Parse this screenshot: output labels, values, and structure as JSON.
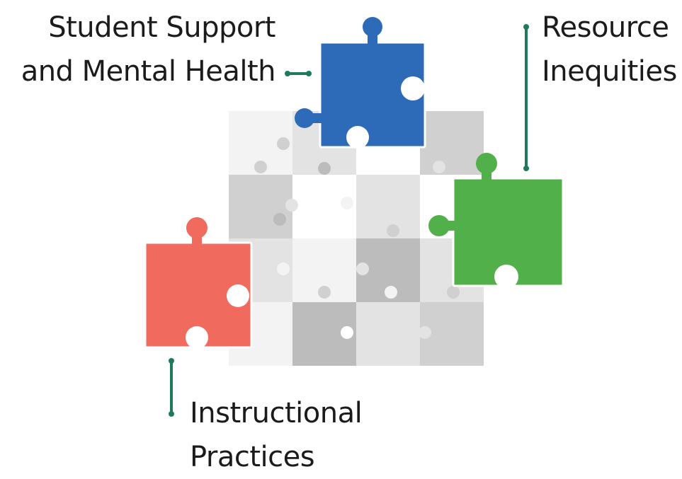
{
  "labels": {
    "student_support": {
      "line1": "Student Support",
      "line2": "and Mental Health"
    },
    "resource_inequities": {
      "line1": "Resource",
      "line2": "Inequities"
    },
    "instructional_practices": {
      "line1": "Instructional",
      "line2": "Practices"
    }
  },
  "colors": {
    "blue_piece": "#2d6ab8",
    "green_piece": "#52b04a",
    "red_piece": "#f06a5e",
    "connector": "#1e7a5a",
    "puzzle_shades": [
      "#f3f3f3",
      "#e3e3e3",
      "#d0d0d0",
      "#bcbcbc",
      "#ffffff"
    ]
  }
}
